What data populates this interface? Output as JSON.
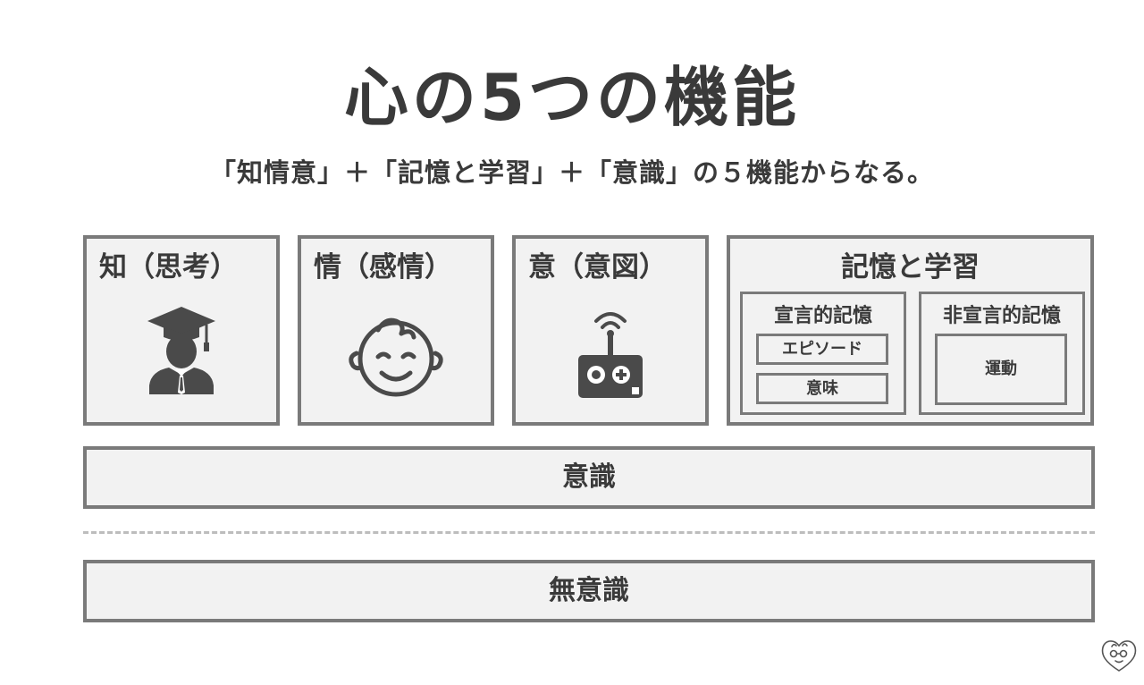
{
  "title": "心の5つの機能",
  "subtitle": "「知情意」＋「記憶と学習」＋「意識」の５機能からなる。",
  "boxes": {
    "intellect": {
      "label": "知（思考）",
      "icon": "graduate-icon"
    },
    "emotion": {
      "label": "情（感情）",
      "icon": "baby-face-icon"
    },
    "volition": {
      "label": "意（意図）",
      "icon": "remote-controller-icon"
    }
  },
  "memory": {
    "label": "記憶と学習",
    "declarative": {
      "label": "宣言的記憶",
      "items": [
        "エピソード",
        "意味"
      ]
    },
    "nondeclarative": {
      "label": "非宣言的記憶",
      "items": [
        "運動"
      ]
    }
  },
  "conscious": {
    "label": "意識"
  },
  "unconscious": {
    "label": "無意識"
  },
  "logo": {
    "icon": "heart-face-logo"
  },
  "colors": {
    "border": "#7a7a7a",
    "fill": "#f2f2f2",
    "icon": "#4a4a4a",
    "dash": "#bdbdbd"
  }
}
